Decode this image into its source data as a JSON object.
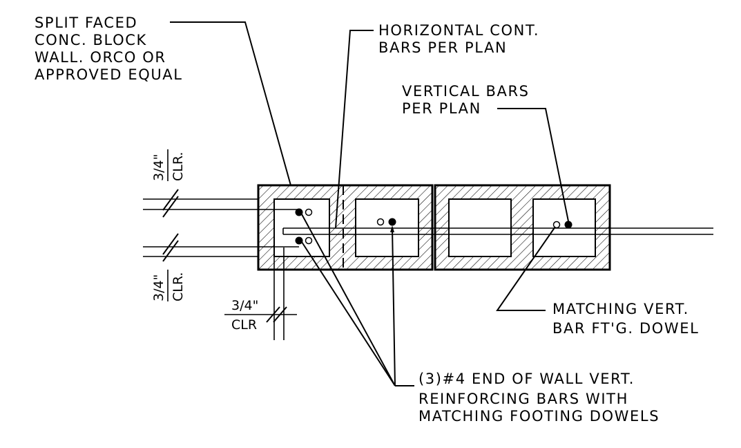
{
  "colors": {
    "ink": "#000000",
    "paper": "#ffffff"
  },
  "notes": {
    "split_faced": [
      "SPLIT FACED",
      "CONC. BLOCK",
      "WALL. ORCO OR",
      "APPROVED EQUAL"
    ],
    "horizontal_bars": [
      "HORIZONTAL CONT.",
      "BARS PER PLAN"
    ],
    "vertical_bars": [
      "VERTICAL BARS",
      "PER PLAN"
    ],
    "matching_vert": [
      "MATCHING VERT.",
      "BAR FT'G. DOWEL"
    ],
    "end_of_wall": [
      "(3)#4 END OF WALL VERT.",
      "REINFORCING BARS WITH",
      "MATCHING FOOTING DOWELS"
    ]
  },
  "dimensions": {
    "top_clear": {
      "value": "3/4\"",
      "unit": "CLR."
    },
    "bottom_clear": {
      "value": "3/4\"",
      "unit": "CLR."
    },
    "side_clear": {
      "value": "3/4\"",
      "unit": "CLR"
    }
  }
}
